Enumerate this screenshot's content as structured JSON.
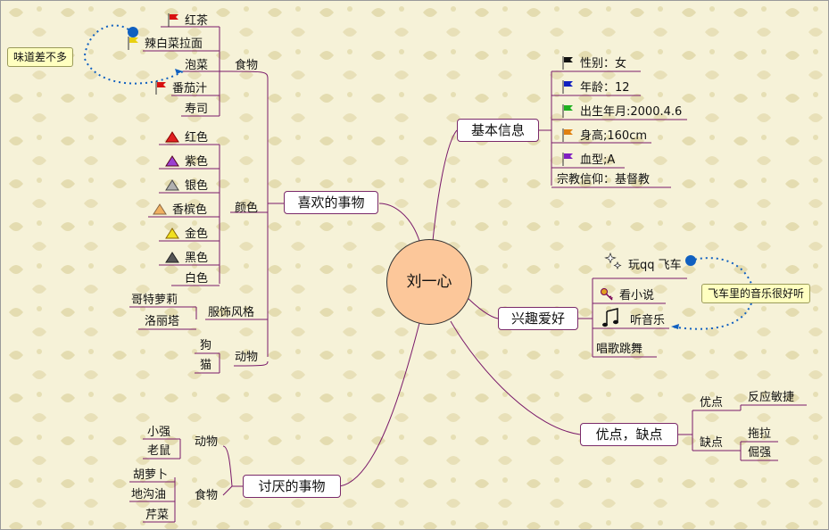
{
  "center": "刘一心",
  "likes": {
    "title": "喜欢的事物",
    "food": {
      "label": "食物",
      "items": [
        "红茶",
        "辣白菜拉面",
        "泡菜",
        "番茄汁",
        "寿司"
      ]
    },
    "color": {
      "label": "颜色",
      "items": [
        "红色",
        "紫色",
        "银色",
        "香槟色",
        "金色",
        "黑色",
        "白色"
      ]
    },
    "style": {
      "label": "服饰风格",
      "items": [
        "哥特萝莉",
        "洛丽塔"
      ]
    },
    "animal": {
      "label": "动物",
      "items": [
        "狗",
        "猫"
      ]
    }
  },
  "dislikes": {
    "title": "讨厌的事物",
    "animal": {
      "label": "动物",
      "items": [
        "小强",
        "老鼠"
      ]
    },
    "food": {
      "label": "食物",
      "items": [
        "胡萝卜",
        "地沟油",
        "芹菜"
      ]
    }
  },
  "basic": {
    "title": "基本信息",
    "items": [
      "性别：女",
      "年龄：12",
      "出生年月:2000.4.6",
      "身高;160cm",
      "血型;A",
      "宗教信仰：基督教"
    ]
  },
  "hobbies": {
    "title": "兴趣爱好",
    "items": [
      "玩qq 飞车",
      "看小说",
      "听音乐",
      "唱歌跳舞"
    ]
  },
  "pros_cons": {
    "title": "优点，缺点",
    "pros": {
      "label": "优点",
      "items": [
        "反应敏捷"
      ]
    },
    "cons": {
      "label": "缺点",
      "items": [
        "拖拉",
        "倔强"
      ]
    }
  },
  "callouts": {
    "taste": "味道差不多",
    "music": "飞车里的音乐很好听"
  },
  "colors": {
    "branch_line": "#7a1a6a",
    "center_fill": "#fcc79a",
    "callout_fill": "#ffffc0",
    "arrow": "#1060c0"
  }
}
